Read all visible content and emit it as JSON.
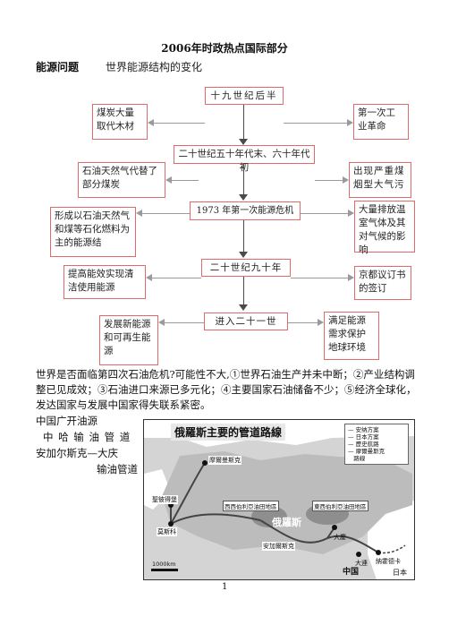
{
  "header": {
    "title": "2006年时政热点国际部分",
    "section": "能源问题",
    "subtitle": "世界能源结构的变化"
  },
  "flow": {
    "centers": [
      "十九世纪后半",
      "二十世纪五十年代末、六十年代初",
      "1973 年第一次能源危机",
      "二十世纪九十年",
      "进入二十一世"
    ],
    "left": [
      "煤炭大量取代木材",
      "石油天然气代替了部分煤炭",
      "形成以石油天然气和煤等石化燃料为主的能源结",
      "提高能效实现清洁使用能源",
      "发展新能源和可再生能源"
    ],
    "right": [
      "第一次工业革命",
      "出现严重煤烟型大气污",
      "大量排放温室气体及其对气候的影响",
      "京都议订书的签订",
      "满足能源需求保护地球环境"
    ]
  },
  "paragraph": "世界是否面临第四次石油危机?可能性不大,①世界石油生产并未中断；②产业结构调整已见成效；③石油进口来源已多元化；④主要国家石油储备不少；⑤经济全球化，发达国家与发展中国家得失联系紧密。",
  "side_text": {
    "line1": "中国广开油源",
    "line2": "中 哈 输 油 管 道",
    "line3": "安加尔斯克—大庆",
    "line4": "输油管道"
  },
  "map": {
    "title": "俄羅斯主要的管道路線",
    "legend": [
      "安纳方案",
      "日本方案",
      "歷史航路",
      "摩爾曼斯克",
      "路線"
    ],
    "labels": {
      "murmansk": "摩爾曼斯克",
      "petersburg": "聖彼得堡",
      "moscow": "莫斯科",
      "west_siberia": "西西伯利亞油田地區",
      "russia": "俄羅斯",
      "east_siberia": "東西伯利亞油田地區",
      "angarsk": "安加爾斯克",
      "daqing": "大慶",
      "nakhodka": "納霍德卡",
      "dalian": "大連",
      "china": "中国",
      "japan": "日本"
    },
    "scale": "1000km"
  },
  "footer": {
    "page": "1"
  }
}
